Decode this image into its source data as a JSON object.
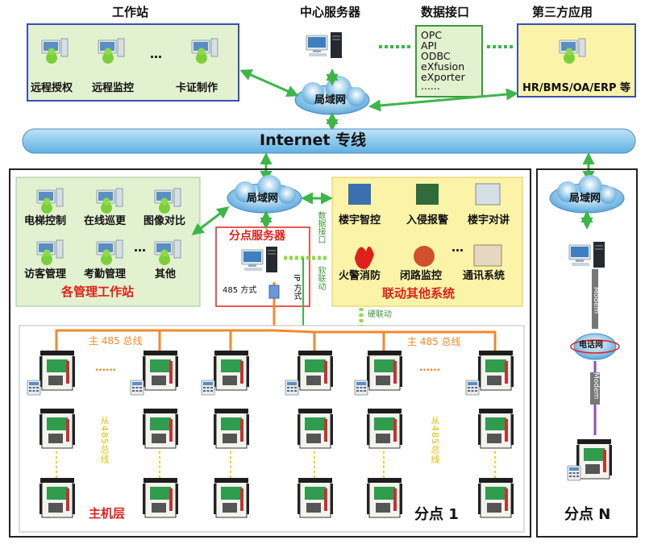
{
  "top": {
    "workstation_title": "工作站",
    "workstation_labels": [
      "远程授权",
      "远程监控",
      "卡证制作"
    ],
    "ellipsis": "…",
    "center_server_title": "中心服务器",
    "data_interface_title": "数据接口",
    "interface_items": [
      "OPC",
      "API",
      "ODBC",
      "eXfusion",
      "eXporter",
      "......"
    ],
    "third_party_title": "第三方应用",
    "third_party_label": "HR/BMS/OA/ERP 等",
    "lan_label": "局域网"
  },
  "internet_label": "Internet 专线",
  "site1": {
    "mgmt_labels": [
      "电梯控制",
      "在线巡更",
      "图像对比",
      "访客管理",
      "考勤管理",
      "其他"
    ],
    "mgmt_ellipsis": "…",
    "mgmt_title": "各管理工作站",
    "lan_label": "局域网",
    "server_title": "分点服务器",
    "mode_485": "485 方式",
    "mode_ip": "IP 方式",
    "data_port": "数据接口",
    "soft_link": "软联动",
    "linked_labels": [
      "楼宇智控",
      "入侵报警",
      "楼宇对讲",
      "火警消防",
      "闭路监控",
      "通讯系统"
    ],
    "linked_ellipsis": "…",
    "linked_title": "联动其他系统",
    "hard_link": "硬联动",
    "bus_main_left": "主 485 总线",
    "bus_main_right": "主 485 总线",
    "bus_slave": "从485总线",
    "dots": "……",
    "host_layer": "主机层",
    "site_name": "分点 1"
  },
  "siteN": {
    "lan_label": "局域网",
    "modem": "Modem",
    "phone_net": "电话网",
    "site_name": "分点 N"
  },
  "colors": {
    "green_line": "#3db54a",
    "orange_bus": "#f08a2a",
    "purple_line": "#8e4fb8",
    "red_title": "#e0201a"
  }
}
